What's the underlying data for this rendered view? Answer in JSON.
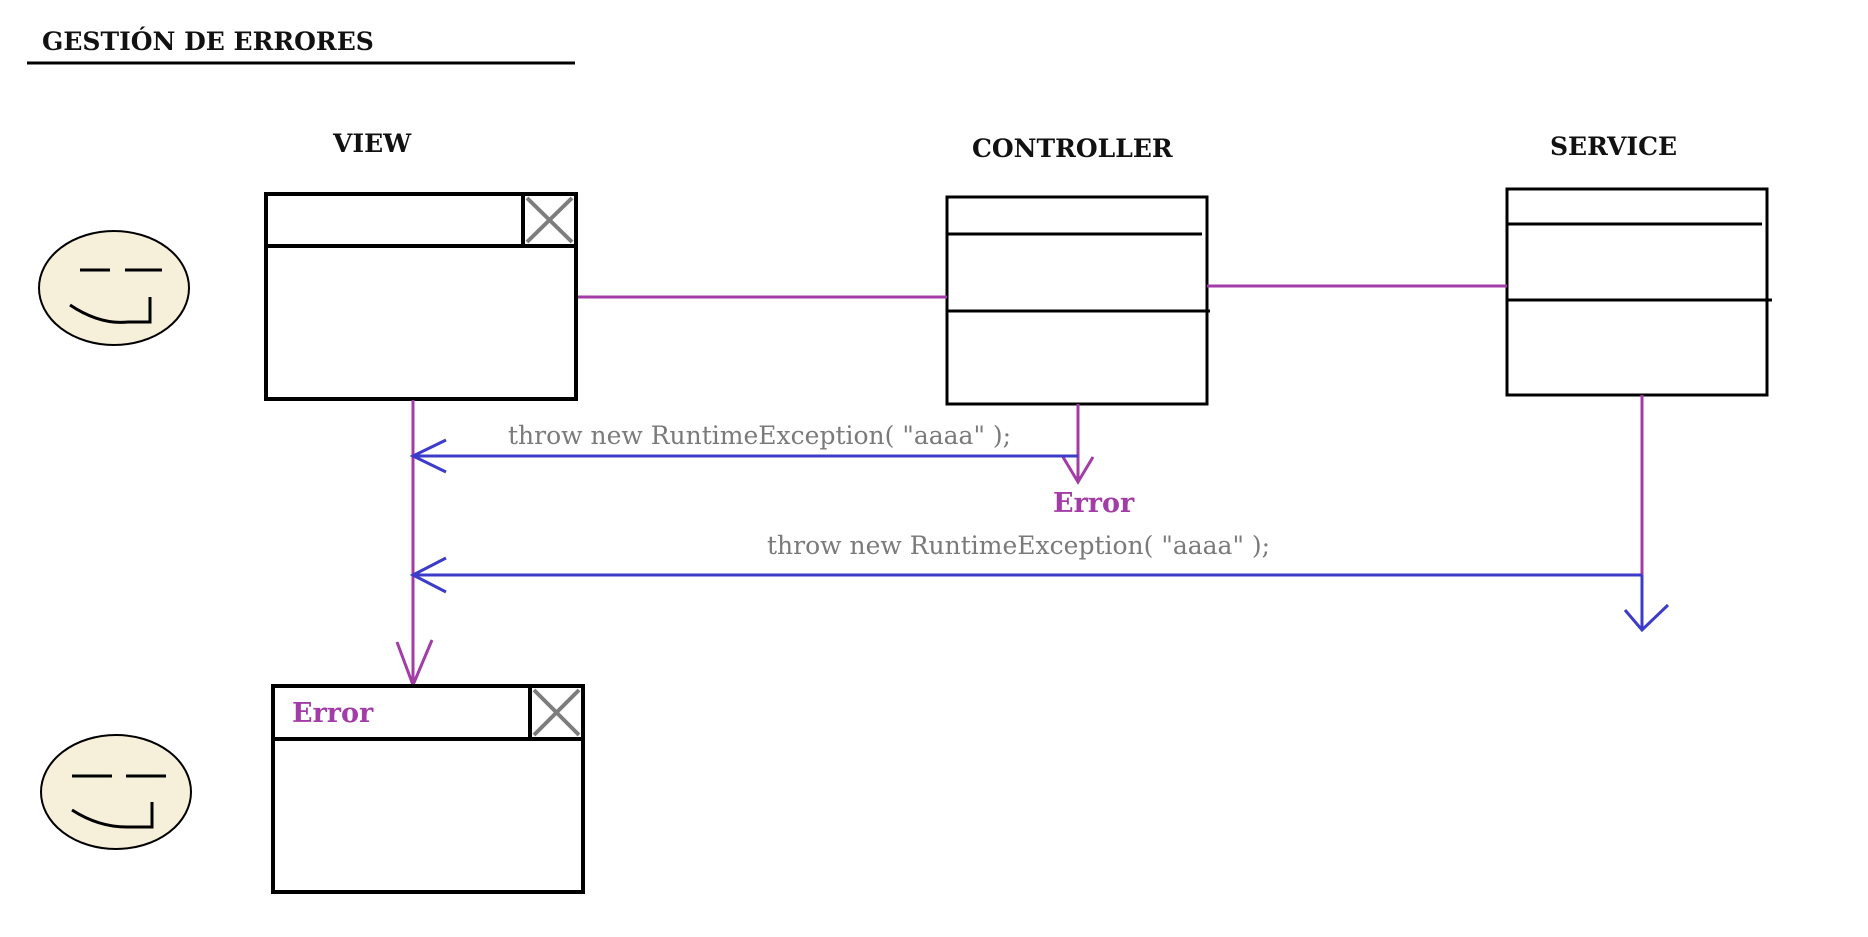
{
  "title": "GESTIÓN DE ERRORES",
  "columns": {
    "view": "VIEW",
    "controller": "CONTROLLER",
    "service": "SERVICE"
  },
  "messages": {
    "controller_throw": "throw new RuntimeException( \"aaaa\" );",
    "service_throw": "throw new RuntimeException( \"aaaa\" );"
  },
  "controller_error_label": "Error",
  "error_window_title": "Error",
  "colors": {
    "call_line": "#a23ca6",
    "exception_arrow": "#3c3cc8",
    "face": "#f6efd9",
    "error_text": "#a23ca6"
  }
}
